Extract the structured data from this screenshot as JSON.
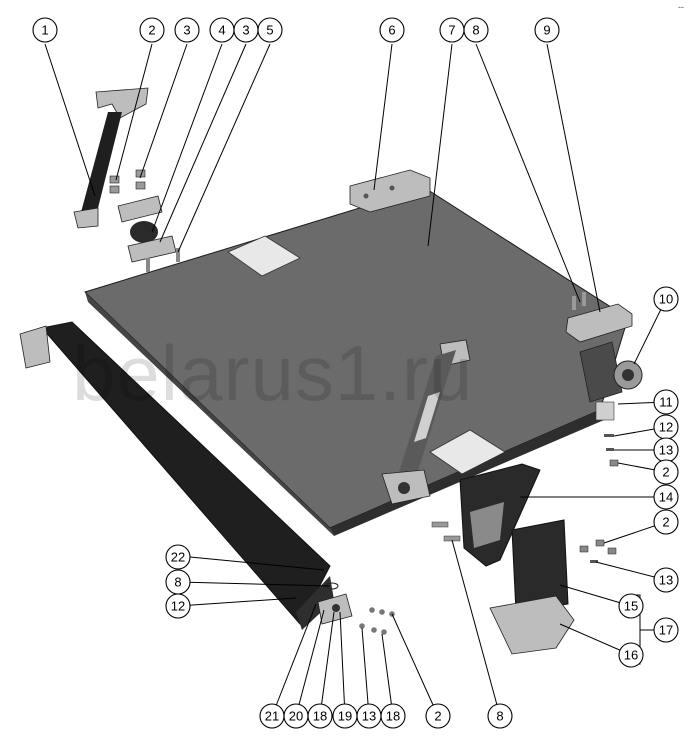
{
  "watermark": "belarus1.ru",
  "corner_mark": "--",
  "callouts": [
    {
      "id": "c1",
      "label": "1"
    },
    {
      "id": "c2a",
      "label": "2"
    },
    {
      "id": "c3a",
      "label": "3"
    },
    {
      "id": "c4",
      "label": "4"
    },
    {
      "id": "c3b",
      "label": "3"
    },
    {
      "id": "c5",
      "label": "5"
    },
    {
      "id": "c6",
      "label": "6"
    },
    {
      "id": "c7",
      "label": "7"
    },
    {
      "id": "c8a",
      "label": "8"
    },
    {
      "id": "c9",
      "label": "9"
    },
    {
      "id": "c10",
      "label": "10"
    },
    {
      "id": "c11",
      "label": "11"
    },
    {
      "id": "c12a",
      "label": "12"
    },
    {
      "id": "c13a",
      "label": "13"
    },
    {
      "id": "c2b",
      "label": "2"
    },
    {
      "id": "c14",
      "label": "14"
    },
    {
      "id": "c2c",
      "label": "2"
    },
    {
      "id": "c13b",
      "label": "13"
    },
    {
      "id": "c15",
      "label": "15"
    },
    {
      "id": "c16",
      "label": "16"
    },
    {
      "id": "c17",
      "label": "17"
    },
    {
      "id": "c22",
      "label": "22"
    },
    {
      "id": "c8b",
      "label": "8"
    },
    {
      "id": "c12b",
      "label": "12"
    },
    {
      "id": "c21",
      "label": "21"
    },
    {
      "id": "c20",
      "label": "20"
    },
    {
      "id": "c18a",
      "label": "18"
    },
    {
      "id": "c19",
      "label": "19"
    },
    {
      "id": "c13c",
      "label": "13"
    },
    {
      "id": "c18b",
      "label": "18"
    },
    {
      "id": "c2d",
      "label": "2"
    },
    {
      "id": "c8c",
      "label": "8"
    }
  ],
  "colors": {
    "platform_top": "#6b6b6b",
    "platform_edge": "#2e2e2e",
    "dark_part": "#1f1f1f",
    "light_part": "#bdbdbd",
    "mid_part": "#8f8f8f"
  }
}
